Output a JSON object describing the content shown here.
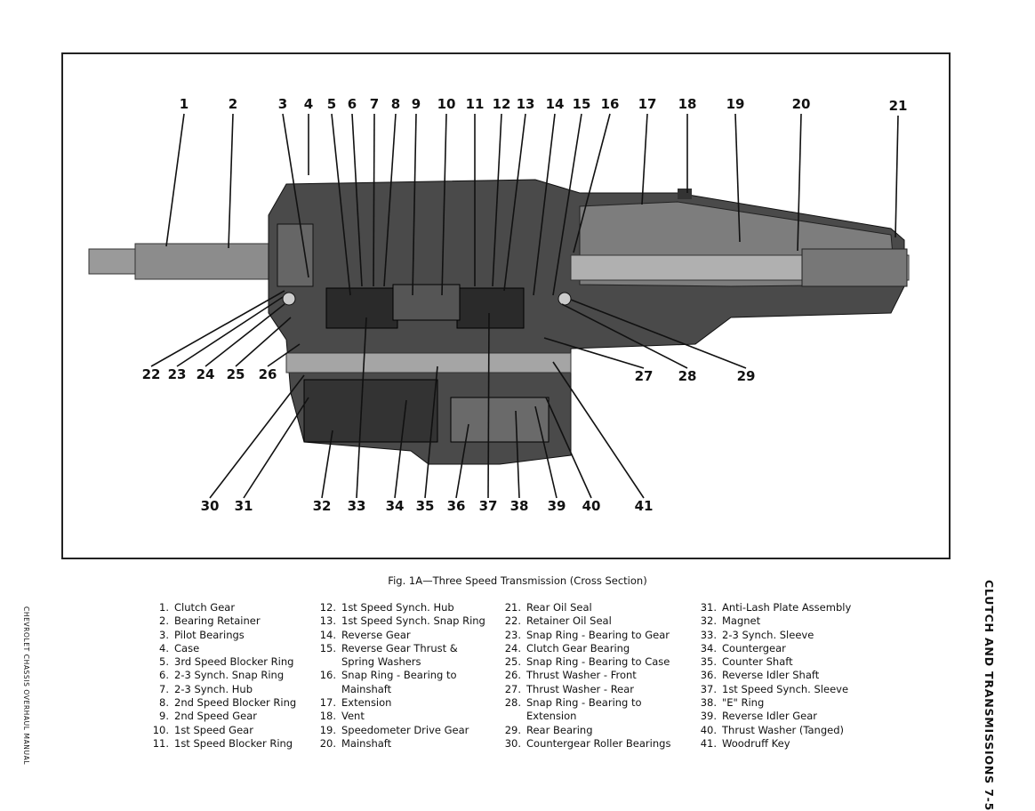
{
  "figure": {
    "callouts": [
      "1",
      "2",
      "3",
      "4",
      "5",
      "6",
      "7",
      "8",
      "9",
      "10",
      "11",
      "12",
      "13",
      "14",
      "15",
      "16",
      "17",
      "18",
      "19",
      "20",
      "21",
      "22",
      "23",
      "24",
      "25",
      "26",
      "27",
      "28",
      "29",
      "30",
      "31",
      "32",
      "33",
      "34",
      "35",
      "36",
      "37",
      "38",
      "39",
      "40",
      "41"
    ],
    "caption": "Fig. 1A—Three Speed Transmission (Cross Section)"
  },
  "legend": {
    "columns": [
      [
        {
          "num": "1.",
          "text": "Clutch Gear"
        },
        {
          "num": "2.",
          "text": "Bearing Retainer"
        },
        {
          "num": "3.",
          "text": "Pilot Bearings"
        },
        {
          "num": "4.",
          "text": "Case"
        },
        {
          "num": "5.",
          "text": "3rd Speed Blocker Ring"
        },
        {
          "num": "6.",
          "text": "2-3 Synch. Snap Ring"
        },
        {
          "num": "7.",
          "text": "2-3 Synch. Hub"
        },
        {
          "num": "8.",
          "text": "2nd Speed Blocker Ring"
        },
        {
          "num": "9.",
          "text": "2nd Speed Gear"
        },
        {
          "num": "10.",
          "text": "1st Speed Gear"
        },
        {
          "num": "11.",
          "text": "1st Speed Blocker Ring"
        }
      ],
      [
        {
          "num": "12.",
          "text": "1st Speed Synch. Hub"
        },
        {
          "num": "13.",
          "text": "1st Speed Synch. Snap Ring"
        },
        {
          "num": "14.",
          "text": "Reverse Gear"
        },
        {
          "num": "15.",
          "text": "Reverse Gear Thrust &"
        },
        {
          "num": "",
          "text": "Spring Washers"
        },
        {
          "num": "16.",
          "text": "Snap Ring - Bearing to"
        },
        {
          "num": "",
          "text": "Mainshaft"
        },
        {
          "num": "17.",
          "text": "Extension"
        },
        {
          "num": "18.",
          "text": "Vent"
        },
        {
          "num": "19.",
          "text": "Speedometer Drive Gear"
        },
        {
          "num": "20.",
          "text": "Mainshaft"
        }
      ],
      [
        {
          "num": "21.",
          "text": "Rear Oil Seal"
        },
        {
          "num": "22.",
          "text": "Retainer Oil Seal"
        },
        {
          "num": "23.",
          "text": "Snap Ring - Bearing to Gear"
        },
        {
          "num": "24.",
          "text": "Clutch Gear Bearing"
        },
        {
          "num": "25.",
          "text": "Snap Ring - Bearing to Case"
        },
        {
          "num": "26.",
          "text": "Thrust Washer - Front"
        },
        {
          "num": "27.",
          "text": "Thrust Washer - Rear"
        },
        {
          "num": "28.",
          "text": "Snap Ring - Bearing to"
        },
        {
          "num": "",
          "text": "Extension"
        },
        {
          "num": "29.",
          "text": "Rear Bearing"
        },
        {
          "num": "30.",
          "text": "Countergear Roller Bearings"
        }
      ],
      [
        {
          "num": "31.",
          "text": "Anti-Lash Plate Assembly"
        },
        {
          "num": "32.",
          "text": "Magnet"
        },
        {
          "num": "33.",
          "text": "2-3 Synch. Sleeve"
        },
        {
          "num": "34.",
          "text": "Countergear"
        },
        {
          "num": "35.",
          "text": "Counter Shaft"
        },
        {
          "num": "36.",
          "text": "Reverse Idler Shaft"
        },
        {
          "num": "37.",
          "text": "1st Speed Synch. Sleeve"
        },
        {
          "num": "38.",
          "text": "\"E\" Ring"
        },
        {
          "num": "39.",
          "text": "Reverse Idler Gear"
        },
        {
          "num": "40.",
          "text": "Thrust Washer (Tanged)"
        },
        {
          "num": "41.",
          "text": "Woodruff Key"
        }
      ]
    ]
  },
  "page": {
    "section_title": "CLUTCH AND TRANSMISSIONS 7-5",
    "manual_title": "CHEVROLET CHASSIS OVERHAUL MANUAL"
  }
}
